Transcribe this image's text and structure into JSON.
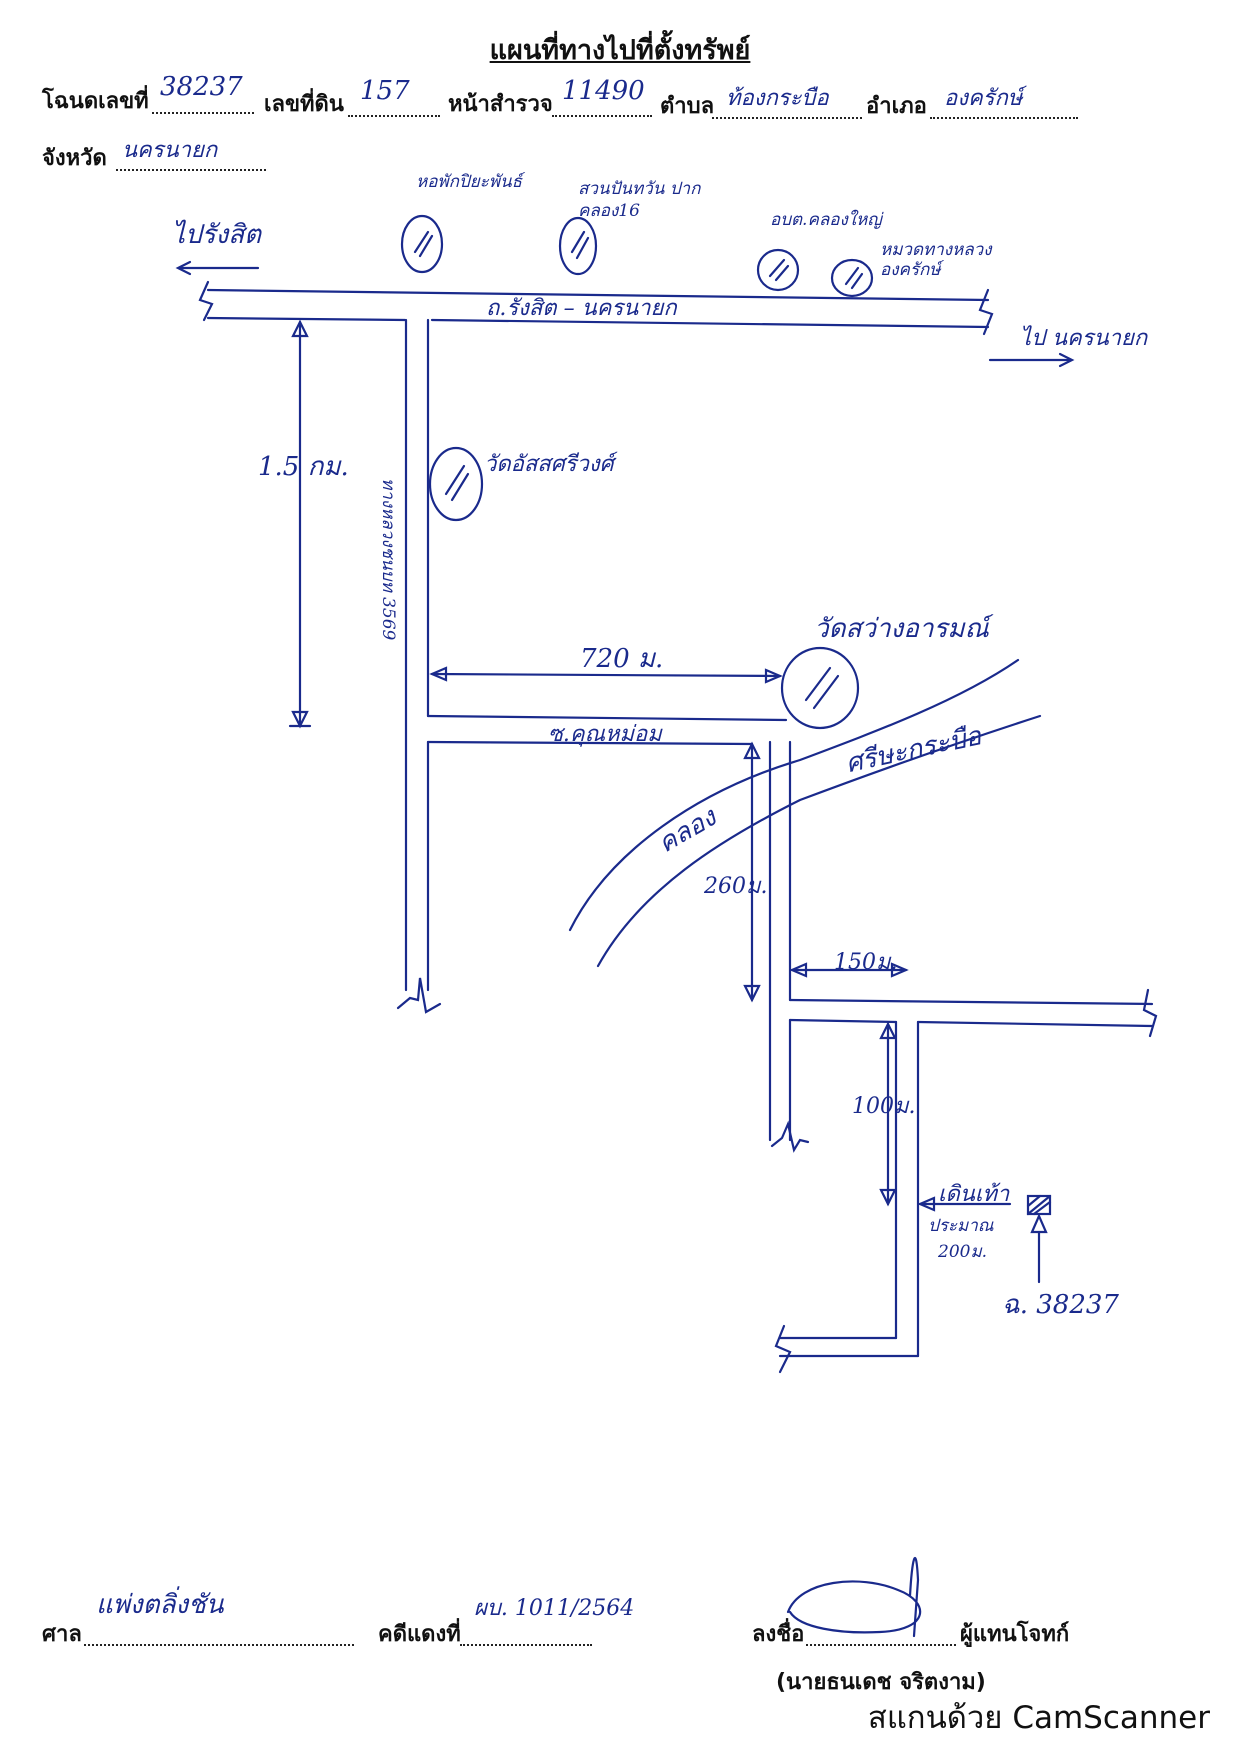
{
  "title": "แผนที่ทางไปที่ตั้งทรัพย์",
  "header": {
    "deed_label": "โฉนดเลขที่",
    "deed_value": "38237",
    "land_no_label": "เลขที่ดิน",
    "land_no_value": "157",
    "survey_label": "หน้าสำรวจ",
    "survey_value": "11490",
    "subdistrict_label": "ตำบล",
    "subdistrict_value": "ท้องกระบือ",
    "district_label": "อำเภอ",
    "district_value": "องครักษ์",
    "province_label": "จังหวัด",
    "province_value": "นครนายก"
  },
  "map": {
    "to_rangsit": "ไปรังสิต",
    "to_nakhon_nayok": "ไป นครนายก",
    "main_road": "ถ.รังสิต – นครนายก",
    "dorm": "หอพักปิยะพันธ์",
    "garden": "สวนปันทวัน ปากคลอง16",
    "sao": "อบต.คลองใหญ่",
    "police": "หมวดทางหลวง องครักษ์",
    "temple1": "วัดอัสสศรีวงศ์",
    "side_road": "ทางหลวงชนบท 3569",
    "dist_15km": "1.5 กม.",
    "dist_720": "720 ม.",
    "temple2": "วัดสว่างอารมณ์",
    "soi": "ซ.คุณหม่อม",
    "canal_name": "ศรีษะกระบือ",
    "canal": "คลอง",
    "dist_260": "260ม.",
    "dist_150": "150ม.",
    "dist_100": "100ม.",
    "walk": "เดินเท้า",
    "approx": "ประมาณ",
    "dist_200": "200ม.",
    "parcel": "ฉ. 38237"
  },
  "footer": {
    "court_label": "ศาล",
    "court_value": "แพ่งตลิ่งชัน",
    "case_label": "คดีแดงที่",
    "case_value": "ผบ. 1011/2564",
    "sign_label": "ลงชื่อ",
    "sign_role": "ผู้แทนโจทก์",
    "signer": "(นายธนเดช  จริตงาม)",
    "scanner": "สแกนด้วย CamScanner"
  },
  "colors": {
    "ink": "#1a2a8c",
    "print": "#111111",
    "paper": "#ffffff"
  }
}
